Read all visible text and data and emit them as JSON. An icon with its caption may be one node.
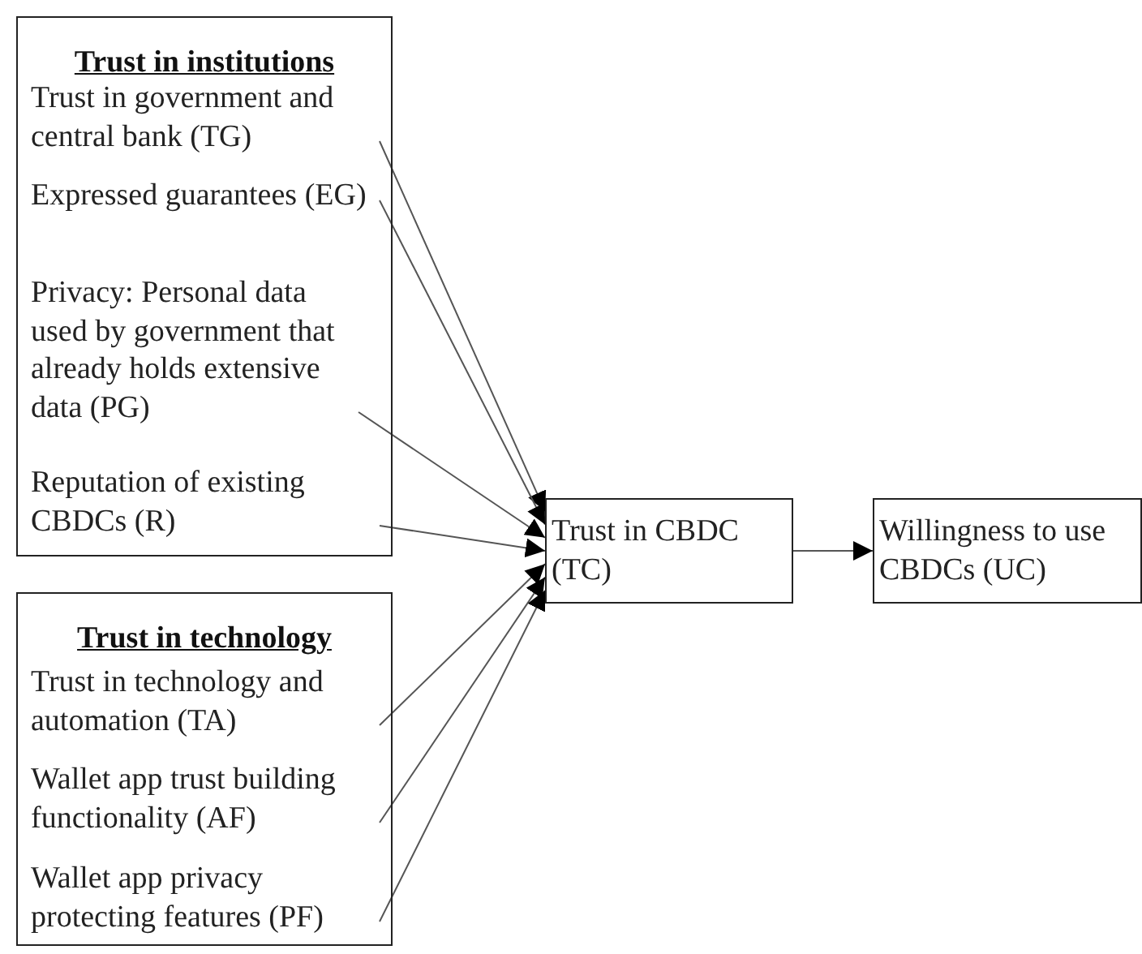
{
  "diagram": {
    "nodes": [
      {
        "text": [
          "Trust in institutions"
        ]
      },
      {
        "text": [
          "Trust in government and central bank (TG)"
        ],
        "in": 0
      },
      {
        "text": [
          "Expressed guarantees (EG)"
        ],
        "in": 0
      },
      {
        "text": [
          "Privacy: Personal data used by government that already holds extensive data (PG)"
        ],
        "in": 0
      },
      {
        "text": [
          "Reputation of existing CBDCs (R)"
        ],
        "in": 0
      },
      {
        "text": [
          "Trust in technology"
        ]
      },
      {
        "text": [
          "Trust in technology and automation (TA)"
        ],
        "in": 5
      },
      {
        "text": [
          "Wallet app trust building functionality (AF)"
        ],
        "in": 5
      },
      {
        "text": [
          "Wallet app privacy protecting features (PF)"
        ],
        "in": 5
      },
      {
        "text": [
          "Trust in CBDC (TC)"
        ]
      },
      {
        "text": [
          "Willingness to use CBDCs (UC)"
        ]
      }
    ],
    "edges": [
      {
        "from": 1,
        "to": 9,
        "arrow": "to"
      },
      {
        "from": 2,
        "to": 9,
        "arrow": "to"
      },
      {
        "from": 3,
        "to": 9,
        "arrow": "to"
      },
      {
        "from": 4,
        "to": 9,
        "arrow": "to"
      },
      {
        "from": 6,
        "to": 9,
        "arrow": "to"
      },
      {
        "from": 7,
        "to": 9,
        "arrow": "to"
      },
      {
        "from": 8,
        "to": 9,
        "arrow": "to"
      },
      {
        "from": 9,
        "to": 10,
        "arrow": "to"
      }
    ]
  }
}
